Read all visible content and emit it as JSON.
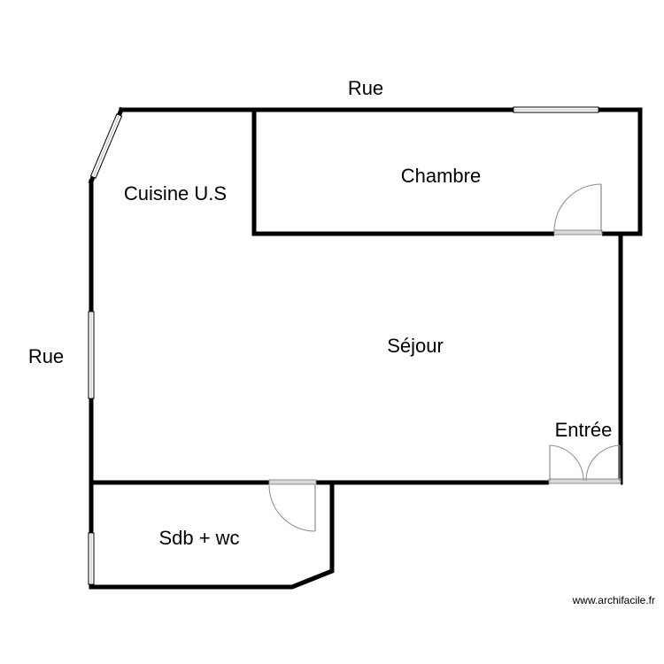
{
  "labels": {
    "street_top": "Rue",
    "street_left": "Rue",
    "kitchen": "Cuisine U.S",
    "bedroom": "Chambre",
    "living": "Séjour",
    "entrance": "Entrée",
    "bathroom": "Sdb + wc"
  },
  "watermark": "www.archifacile.fr",
  "colors": {
    "wall": "#000000",
    "door": "#8c8c8c",
    "background": "#ffffff"
  }
}
